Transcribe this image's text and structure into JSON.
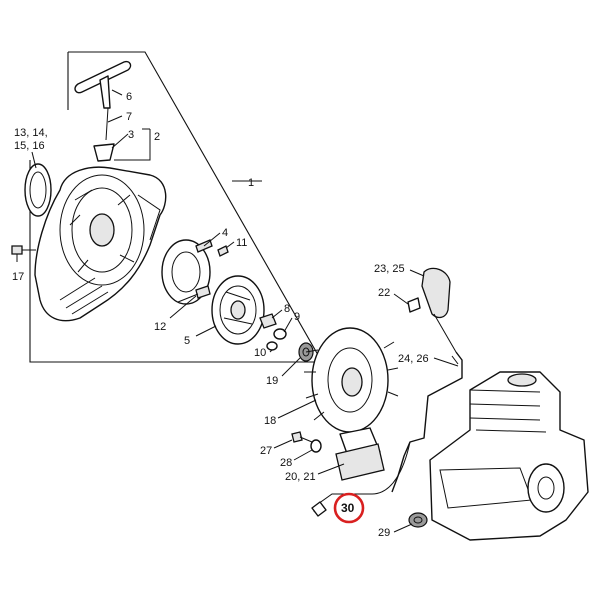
{
  "diagram": {
    "callouts": {
      "c1": "1",
      "c2": "2",
      "c3": "3",
      "c4": "4",
      "c5": "5",
      "c6": "6",
      "c7": "7",
      "c8": "8",
      "c9": "9",
      "c10": "10",
      "c11": "11",
      "c12": "12",
      "c13a": "13, 14,",
      "c13b": "15, 16",
      "c17": "17",
      "c18": "18",
      "c19": "19",
      "c20": "20, 21",
      "c22": "22",
      "c23": "23, 25",
      "c24": "24, 26",
      "c27": "27",
      "c28": "28",
      "c29": "29",
      "c30": "30"
    },
    "highlight": {
      "part": "30",
      "color": "#d92020"
    }
  }
}
